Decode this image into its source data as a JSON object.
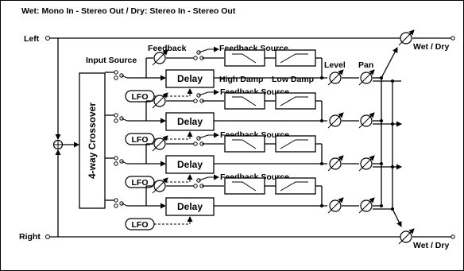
{
  "header": "Wet: Mono In - Stereo Out  /  Dry: Stereo In - Stereo Out",
  "inputs": {
    "left": "Left",
    "right": "Right"
  },
  "crossover_label": "4-way Crossover",
  "input_source_label": "Input Source",
  "feedback_label": "Feedback",
  "feedback_source_label": "Feedback Source",
  "high_damp_label": "High Damp",
  "low_damp_label": "Low Damp",
  "level_label": "Level",
  "pan_label": "Pan",
  "delay_label": "Delay",
  "lfo_label": "LFO",
  "wet_dry_label": "Wet / Dry",
  "bands": [
    {
      "delay": "Delay",
      "lfo": "LFO",
      "fb_source": "Feedback Source"
    },
    {
      "delay": "Delay",
      "lfo": "LFO",
      "fb_source": "Feedback Source"
    },
    {
      "delay": "Delay",
      "lfo": "LFO",
      "fb_source": "Feedback Source"
    },
    {
      "delay": "Delay",
      "lfo": "LFO",
      "fb_source": "Feedback Source"
    }
  ]
}
